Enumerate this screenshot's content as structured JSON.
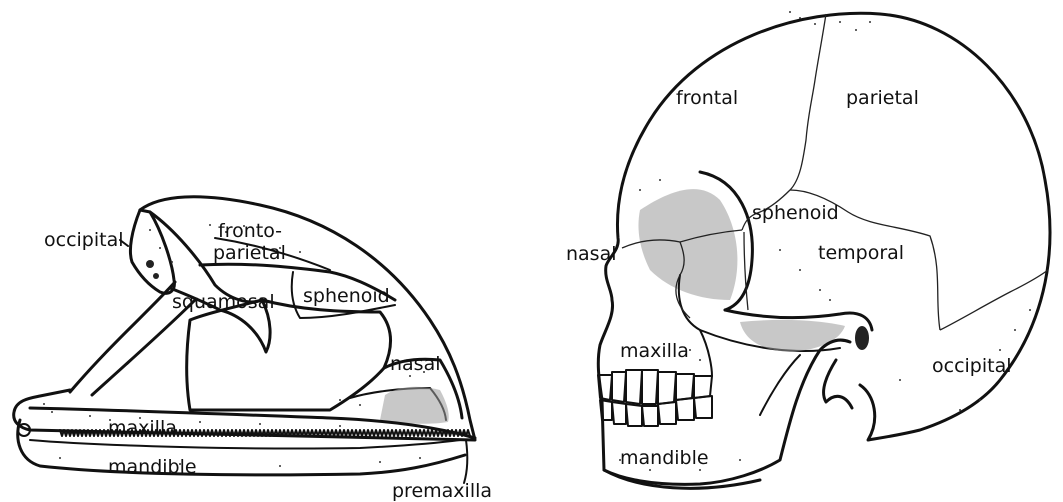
{
  "frog_skull": {
    "labels": {
      "occipital": "occipital",
      "fronto": "fronto-",
      "parietal": "parietal",
      "squamosal": "squamosal",
      "sphenoid": "sphenoid",
      "nasal": "nasal",
      "maxilla": "maxilla",
      "mandible": "mandible",
      "premaxilla": "premaxilla"
    }
  },
  "human_skull": {
    "labels": {
      "frontal": "frontal",
      "parietal": "parietal",
      "sphenoid": "sphenoid",
      "temporal": "temporal",
      "nasal": "nasal",
      "maxilla": "maxilla",
      "occipital": "occipital",
      "mandible": "mandible"
    }
  }
}
